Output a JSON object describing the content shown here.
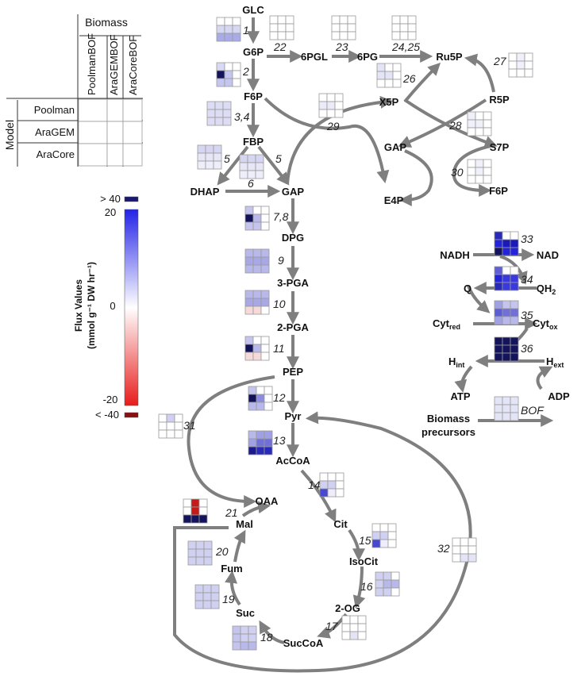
{
  "legend_table": {
    "biomass_label": "Biomass",
    "columns": [
      "PoolmanBOF",
      "AraGEMBOF",
      "AraCoreBOF"
    ],
    "model_label": "Model",
    "rows": [
      "Poolman",
      "AraGEM",
      "AraCore"
    ]
  },
  "colorbar": {
    "title_line1": "Flux Values",
    "title_line2": "(mmol g⁻¹ DW hr⁻¹)",
    "tick_top": "> 40",
    "tick_20": "20",
    "tick_0": "0",
    "tick_neg20": "-20",
    "tick_bottom": "< -40",
    "colors": {
      "max": "#1a1870",
      "high": "#2323e8",
      "zero": "#ffffff",
      "low": "#e81c1c",
      "min": "#8a1010"
    }
  },
  "metabolites": {
    "glc": "GLC",
    "g6p": "G6P",
    "pgl6": "6PGL",
    "pg6": "6PG",
    "ru5p": "Ru5P",
    "f6p": "F6P",
    "x5p": "X5P",
    "r5p": "R5P",
    "fbp": "FBP",
    "gap_ppp": "GAP",
    "s7p": "S7P",
    "dhap": "DHAP",
    "gap": "GAP",
    "e4p": "E4P",
    "f6p_ppp": "F6P",
    "dpg": "DPG",
    "pga3": "3-PGA",
    "pga2": "2-PGA",
    "pep": "PEP",
    "pyr": "Pyr",
    "accoa": "AcCoA",
    "oaa": "OAA",
    "mal": "Mal",
    "cit": "Cit",
    "fum": "Fum",
    "isocit": "IsoCit",
    "suc": "Suc",
    "og2": "2-OG",
    "succoa": "SucCoA",
    "nadh": "NADH",
    "nad": "NAD",
    "q": "Q",
    "qh2": "QH",
    "qh2_sub": "2",
    "cytred": "Cyt",
    "cytred_sub": "red",
    "cytox": "Cyt",
    "cytox_sub": "ox",
    "hint": "H",
    "hint_sub": "int",
    "hext": "H",
    "hext_sub": "ext",
    "atp": "ATP",
    "adp": "ADP",
    "biomass1": "Biomass",
    "biomass2": "precursors"
  },
  "reactions": {
    "r1": "1",
    "r2": "2",
    "r3": "3,4",
    "r5a": "5",
    "r5b": "5",
    "r6": "6",
    "r7": "7,8",
    "r9": "9",
    "r10": "10",
    "r11": "11",
    "r12": "12",
    "r13": "13",
    "r14": "14",
    "r15": "15",
    "r16": "16",
    "r17": "17",
    "r18": "18",
    "r19": "19",
    "r20": "20",
    "r21": "21",
    "r22": "22",
    "r23": "23",
    "r24": "24,25",
    "r26": "26",
    "r27": "27",
    "r28": "28",
    "r29": "29",
    "r30": "30",
    "r31": "31",
    "r32": "32",
    "r33": "33",
    "r34": "34",
    "r35": "35",
    "r36": "36",
    "bof": "BOF"
  },
  "flux_grids": {
    "g1": [
      "#ffffff",
      "#ffffff",
      "#ffffff",
      "#d6d8f2",
      "#d6d8f2",
      "#d6d8f2",
      "#a9aae8",
      "#a9aae8",
      "#a9aae8"
    ],
    "g22": [
      "#ffffff",
      "#ffffff",
      "#ffffff",
      "#ffffff",
      "#ffffff",
      "#ffffff",
      "#ffffff",
      "#ffffff",
      "#ffffff"
    ],
    "g23": [
      "#ffffff",
      "#ffffff",
      "#ffffff",
      "#ffffff",
      "#ffffff",
      "#ffffff",
      "#ffffff",
      "#ffffff",
      "#ffffff"
    ],
    "g24": [
      "#ffffff",
      "#ffffff",
      "#ffffff",
      "#ffffff",
      "#ffffff",
      "#ffffff",
      "#ffffff",
      "#ffffff",
      "#ffffff"
    ],
    "g2": [
      "#d8d9f3",
      "#ffffff",
      "#ffffff",
      "#14145c",
      "#c4c6ef",
      "#ffffff",
      "#c4c6ef",
      "#c4c6ef",
      "#ffffff"
    ],
    "g27": [
      "#ffffff",
      "#f0f0fa",
      "#ffffff",
      "#ffffff",
      "#f0f0fa",
      "#ffffff",
      "#ffffff",
      "#ffffff",
      "#ffffff"
    ],
    "g26": [
      "#e4e4f7",
      "#ffffff",
      "#ffffff",
      "#e4e4f7",
      "#e4e4f7",
      "#ffffff",
      "#ffffff",
      "#ffffff",
      "#ffffff"
    ],
    "g3": [
      "#dcdcf4",
      "#dcdcf4",
      "#dcdcf4",
      "#dcdcf4",
      "#dcdcf4",
      "#dcdcf4",
      "#dcdcf4",
      "#dcdcf4",
      "#dcdcf4"
    ],
    "g29": [
      "#ffffff",
      "#ffffff",
      "#ffffff",
      "#eaeaf8",
      "#eaeaf8",
      "#ffffff",
      "#ffffff",
      "#ffffff",
      "#ffffff"
    ],
    "g28": [
      "#f0f0fa",
      "#ffffff",
      "#ffffff",
      "#f0f0fa",
      "#f0f0fa",
      "#ffffff",
      "#ffffff",
      "#ffffff",
      "#ffffff"
    ],
    "g5a": [
      "#d6d6f2",
      "#d6d6f2",
      "#d6d6f2",
      "#e6e6f7",
      "#e6e6f7",
      "#e6e6f7",
      "#eeeefa",
      "#eeeefa",
      "#eeeefa"
    ],
    "g5b": [
      "#d6d6f2",
      "#d6d6f2",
      "#d6d6f2",
      "#e6e6f7",
      "#e6e6f7",
      "#e6e6f7",
      "#eeeefa",
      "#eeeefa",
      "#eeeefa"
    ],
    "g30": [
      "#ffffff",
      "#f0f0fa",
      "#ffffff",
      "#ffffff",
      "#f0f0fa",
      "#ffffff",
      "#ffffff",
      "#ffffff",
      "#ffffff"
    ],
    "g7": [
      "#c4c4ee",
      "#ffffff",
      "#ffffff",
      "#12125a",
      "#b8b8eb",
      "#ffffff",
      "#c4c4ee",
      "#c4c4ee",
      "#ffffff"
    ],
    "g9": [
      "#b8b8eb",
      "#b8b8eb",
      "#b8b8eb",
      "#a8a8e6",
      "#a8a8e6",
      "#a8a8e6",
      "#b8b8eb",
      "#b8b8eb",
      "#b8b8eb"
    ],
    "g10": [
      "#b8b8eb",
      "#b8b8eb",
      "#b8b8eb",
      "#a8a8e6",
      "#a8a8e6",
      "#a8a8e6",
      "#f6dada",
      "#f6dada",
      "#ffffff"
    ],
    "g11": [
      "#c4c4ee",
      "#ffffff",
      "#ffffff",
      "#12125a",
      "#b8b8eb",
      "#ffffff",
      "#f6dada",
      "#f6dada",
      "#ffffff"
    ],
    "g12": [
      "#c4c4ee",
      "#ffffff",
      "#ffffff",
      "#12125a",
      "#8c8ce0",
      "#ffffff",
      "#b8b8eb",
      "#b8b8eb",
      "#ffffff"
    ],
    "g13": [
      "#b8b8eb",
      "#a0a0e4",
      "#a0a0e4",
      "#a0a0e4",
      "#7070d8",
      "#7070d8",
      "#1a1a8e",
      "#2a2ab8",
      "#2a2ab8"
    ],
    "g14": [
      "#ffffff",
      "#ffffff",
      "#ffffff",
      "#d0d0f0",
      "#d0d0f0",
      "#ffffff",
      "#4848d0",
      "#eeeefa",
      "#ffffff"
    ],
    "g15": [
      "#ffffff",
      "#ffffff",
      "#ffffff",
      "#d0d0f0",
      "#d0d0f0",
      "#ffffff",
      "#4848d0",
      "#eeeefa",
      "#ffffff"
    ],
    "g16": [
      "#d0d0f0",
      "#d0d0f0",
      "#ffffff",
      "#d0d0f0",
      "#b8b8eb",
      "#b8b8eb",
      "#d0d0f0",
      "#d0d0f0",
      "#ffffff"
    ],
    "g17": [
      "#ffffff",
      "#ffffff",
      "#ffffff",
      "#ffffff",
      "#ffffff",
      "#ffffff",
      "#ffffff",
      "#e4e4f7",
      "#ffffff"
    ],
    "g18": [
      "#c4c4ee",
      "#d0d0f0",
      "#d0d0f0",
      "#c4c4ee",
      "#d0d0f0",
      "#d0d0f0",
      "#c4c4ee",
      "#b8b8eb",
      "#b8b8eb"
    ],
    "g19": [
      "#d0d0f0",
      "#d0d0f0",
      "#d0d0f0",
      "#d0d0f0",
      "#d0d0f0",
      "#d0d0f0",
      "#d0d0f0",
      "#d0d0f0",
      "#d0d0f0"
    ],
    "g20": [
      "#d0d0f0",
      "#d0d0f0",
      "#d0d0f0",
      "#d0d0f0",
      "#d0d0f0",
      "#d0d0f0",
      "#d0d0f0",
      "#d0d0f0",
      "#d0d0f0"
    ],
    "g21": [
      "#ffffff",
      "#c41a1a",
      "#ffffff",
      "#ffffff",
      "#c41a1a",
      "#ffffff",
      "#14145c",
      "#14145c",
      "#14145c"
    ],
    "g31": [
      "#ffffff",
      "#d0d0f0",
      "#ffffff",
      "#ffffff",
      "#ffffff",
      "#ffffff",
      "#ffffff",
      "#ffffff",
      "#ffffff"
    ],
    "g32": [
      "#ffffff",
      "#ffffff",
      "#ffffff",
      "#ffffff",
      "#ffffff",
      "#ffffff",
      "#ffffff",
      "#e4e4f7",
      "#e4e4f7"
    ],
    "g33": [
      "#2a2ab8",
      "#ffffff",
      "#ffffff",
      "#2323d8",
      "#1a1ab8",
      "#1a1ab8",
      "#14145c",
      "#2323d8",
      "#2323d8"
    ],
    "g34": [
      "#6060d4",
      "#ffffff",
      "#ffffff",
      "#2323d8",
      "#3a3adc",
      "#3a3adc",
      "#2a2ab8",
      "#3a3adc",
      "#3a3adc"
    ],
    "g35": [
      "#a0a0e4",
      "#c4c4ee",
      "#c4c4ee",
      "#5c5cd4",
      "#7070d8",
      "#7070d8",
      "#a0a0e4",
      "#b8b8eb",
      "#b8b8eb"
    ],
    "g36": [
      "#14145c",
      "#14145c",
      "#14145c",
      "#14145c",
      "#14145c",
      "#14145c",
      "#14145c",
      "#14145c",
      "#14145c"
    ],
    "gbof": [
      "#e4e4f7",
      "#e4e4f7",
      "#e4e4f7",
      "#e4e4f7",
      "#e4e4f7",
      "#e4e4f7",
      "#e4e4f7",
      "#e4e4f7",
      "#e4e4f7"
    ]
  }
}
